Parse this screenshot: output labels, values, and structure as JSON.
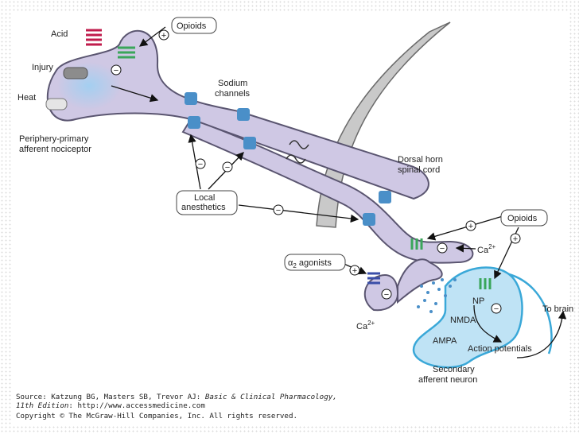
{
  "labels": {
    "acid": "Acid",
    "injury": "Injury",
    "heat": "Heat",
    "periphery_1": "Periphery-primary",
    "periphery_2": "afferent nociceptor",
    "sodium_1": "Sodium",
    "sodium_2": "channels",
    "dorsal_1": "Dorsal horn",
    "dorsal_2": "spinal cord",
    "local_1": "Local",
    "local_2": "anesthetics",
    "opioids_top": "Opioids",
    "opioids_right": "Opioids",
    "alpha2_symbol": "α",
    "alpha2_sub": "2",
    "alpha2_text": " agonists",
    "ca_right_base": "Ca",
    "ca_right_sup": "2+",
    "ca_left_base": "Ca",
    "ca_left_sup": "2+",
    "np": "NP",
    "nmda": "NMDA",
    "ampa": "AMPA",
    "action_potentials": "Action potentials",
    "to_brain": "To brain",
    "secondary_1": "Secondary",
    "secondary_2": "afferent neuron"
  },
  "symbols": {
    "plus": "+",
    "minus": "−"
  },
  "source": {
    "line1_prefix": "Source: Katzung BG, Masters SB, Trevor AJ: ",
    "line1_title": "Basic & Clinical Pharmacology,",
    "line2_edition": "11th Edition",
    "line2_rest": ": http://www.accessmedicine.com",
    "line3": "Copyright © The McGraw-Hill Companies, Inc. All rights reserved."
  },
  "colors": {
    "neuron_fill": "#cfc8e4",
    "neuron_stroke": "#5a5570",
    "spinal_fill": "#c9c9c9",
    "secondary_fill": "#bfe3f5",
    "secondary_stroke": "#3aa8d8",
    "sodium_channel": "#4a8fc8",
    "acid_receptor": "#c01c4c",
    "opioid_receptor": "#3aa65a",
    "alpha2_receptor": "#3a4ea8"
  }
}
